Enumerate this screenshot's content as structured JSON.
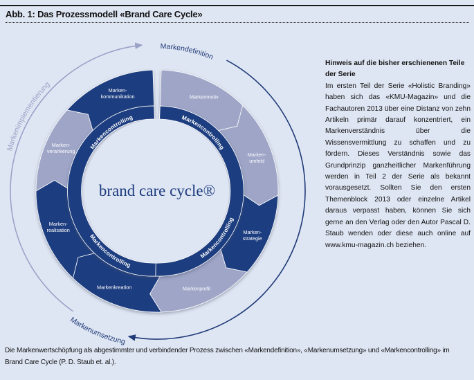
{
  "figure": {
    "title": "Abb. 1: Das Prozessmodell «Brand Care Cycle»",
    "center_label": "brand care cycle®",
    "phases": {
      "definition": "Markendefinition",
      "umsetzung": "Markenumsetzung",
      "implementierung": "Markenimplementierung"
    },
    "controlling_label": "Markencontrolling",
    "segments": [
      {
        "lines": [
          "Markenmotiv"
        ],
        "tone": "light"
      },
      {
        "lines": [
          "Marken-",
          "umfeld"
        ],
        "tone": "light"
      },
      {
        "lines": [
          "Marken-",
          "strategie"
        ],
        "tone": "dark"
      },
      {
        "lines": [
          "Markenprofil"
        ],
        "tone": "light"
      },
      {
        "lines": [
          "Markenkreation"
        ],
        "tone": "dark"
      },
      {
        "lines": [
          "Marken-",
          "realisation"
        ],
        "tone": "dark"
      },
      {
        "lines": [
          "Marken-",
          "verankerung"
        ],
        "tone": "light"
      },
      {
        "lines": [
          "Marken-",
          "kommunikation"
        ],
        "tone": "dark"
      }
    ],
    "colors": {
      "dark": "#1d3c7f",
      "light": "#9ea5c7",
      "arc_light": "#9aa2c8",
      "arc_dark": "#1f3a78",
      "background": "#dfe6f3"
    }
  },
  "sidebar": {
    "heading": "Hinweis auf die bisher erschienenen Teile der Serie",
    "body": "Im ersten Teil der Serie «Holistic Branding» haben sich das «KMU-Magazin» und die Fachautoren 2013 über eine Distanz von zehn Artikeln primär darauf konzentriert, ein Markenverständnis über die Wissensvermittlung zu schaffen und zu fördern. Dieses Verständnis sowie das Grundprinzip ganzheitlicher Markenführung werden in Teil 2 der Serie als bekannt vorausgesetzt. Sollten Sie den ersten Themenblock 2013 oder einzelne Artikel daraus verpasst haben, können Sie sich gerne an den Verlag oder den Autor Pascal D. Staub wenden oder diese auch online auf www.kmu-magazin.ch beziehen."
  },
  "caption": "Die Markenwertschöpfung als abgestimmter und verbindender Prozess zwischen «Markendefinition», «Markenumsetzung» und «Markencontrolling» im Brand Care Cycle (P. D. Staub et. al.)."
}
